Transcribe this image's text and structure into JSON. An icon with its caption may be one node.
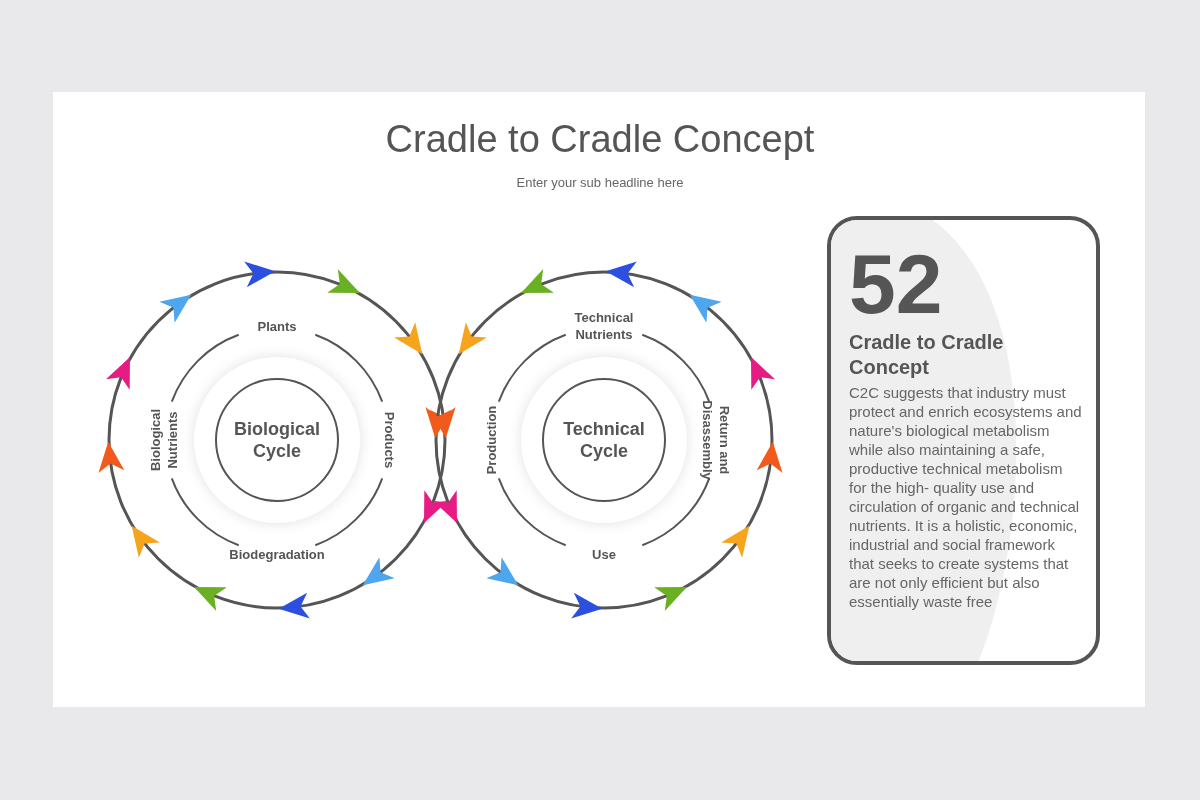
{
  "diagram": {
    "title": "Cradle to Cradle Concept",
    "nodes": [
      {
        "text": [
          "Biological Cycle"
        ]
      },
      {
        "text": [
          "Technical Cycle"
        ]
      },
      {
        "text": [
          "52",
          "Cradle to Cradle Concept",
          "C2C suggests that industry must protect and enrich ecosystems and nature's biological metabolism while also maintaining a safe, productive technical metabolism for the high- quality use and circulation of organic and technical nutrients. It is a holistic, economic, industrial and social framework that seeks to create systems that are not only efficient but also essentially waste free"
        ]
      }
    ],
    "edges": [],
    "labels": [
      "Enter your sub headline here",
      "Plants",
      "Technical Nutrients",
      "Biological Nutrients",
      "Products",
      "Production",
      "Return and Disassembly",
      "Biodegradation",
      "Use"
    ]
  }
}
